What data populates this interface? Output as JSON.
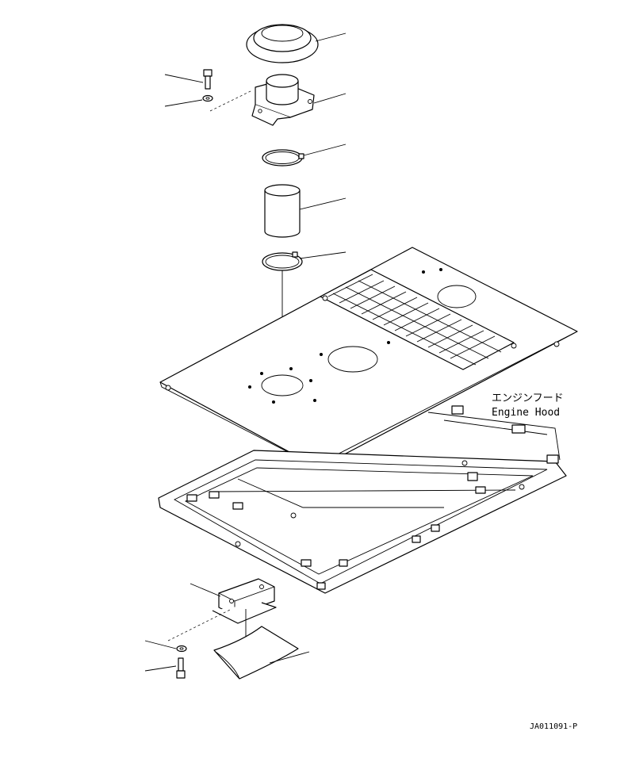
{
  "diagram": {
    "hood_label_jp": "エンジンフード",
    "hood_label_en": "Engine Hood",
    "figure_code": "JA011091-P"
  }
}
